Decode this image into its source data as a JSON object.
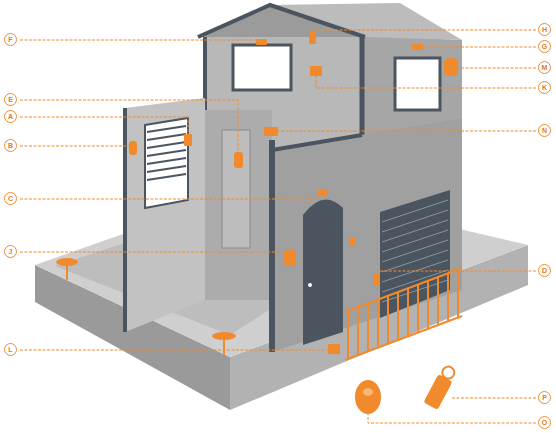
{
  "diagram": {
    "labels": [
      "H",
      "F",
      "G",
      "M",
      "K",
      "E",
      "A",
      "N",
      "B",
      "C",
      "J",
      "D",
      "L",
      "P",
      "O"
    ]
  }
}
